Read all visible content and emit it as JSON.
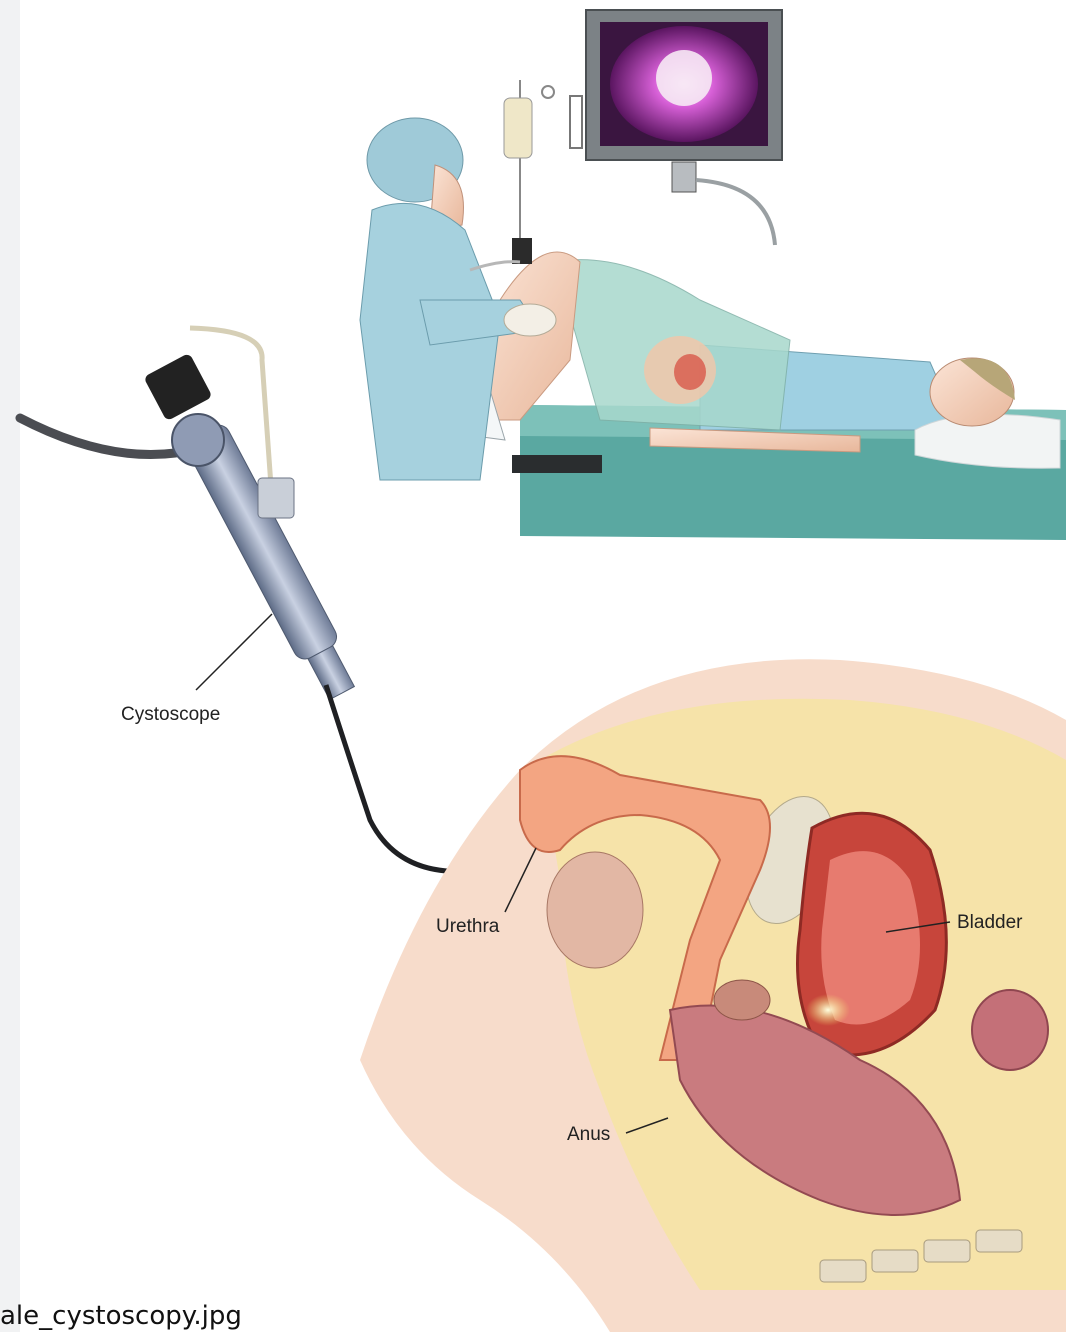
{
  "labels": {
    "cystoscope": "Cystoscope",
    "urethra": "Urethra",
    "bladder": "Bladder",
    "anus": "Anus"
  },
  "caption": "ale_cystoscopy.jpg",
  "colors": {
    "gown": "#a9d3dc",
    "table": "#4f9a95",
    "skin": "#f1c9b2",
    "tissue_pink": "#e99484",
    "bladder_red": "#c7453b",
    "monitor_screen": "#b13ab8",
    "scope_steel": "#8e9bb4"
  },
  "icons": [
    "monitor-icon",
    "iv-bag-icon",
    "cystoscope-icon"
  ]
}
